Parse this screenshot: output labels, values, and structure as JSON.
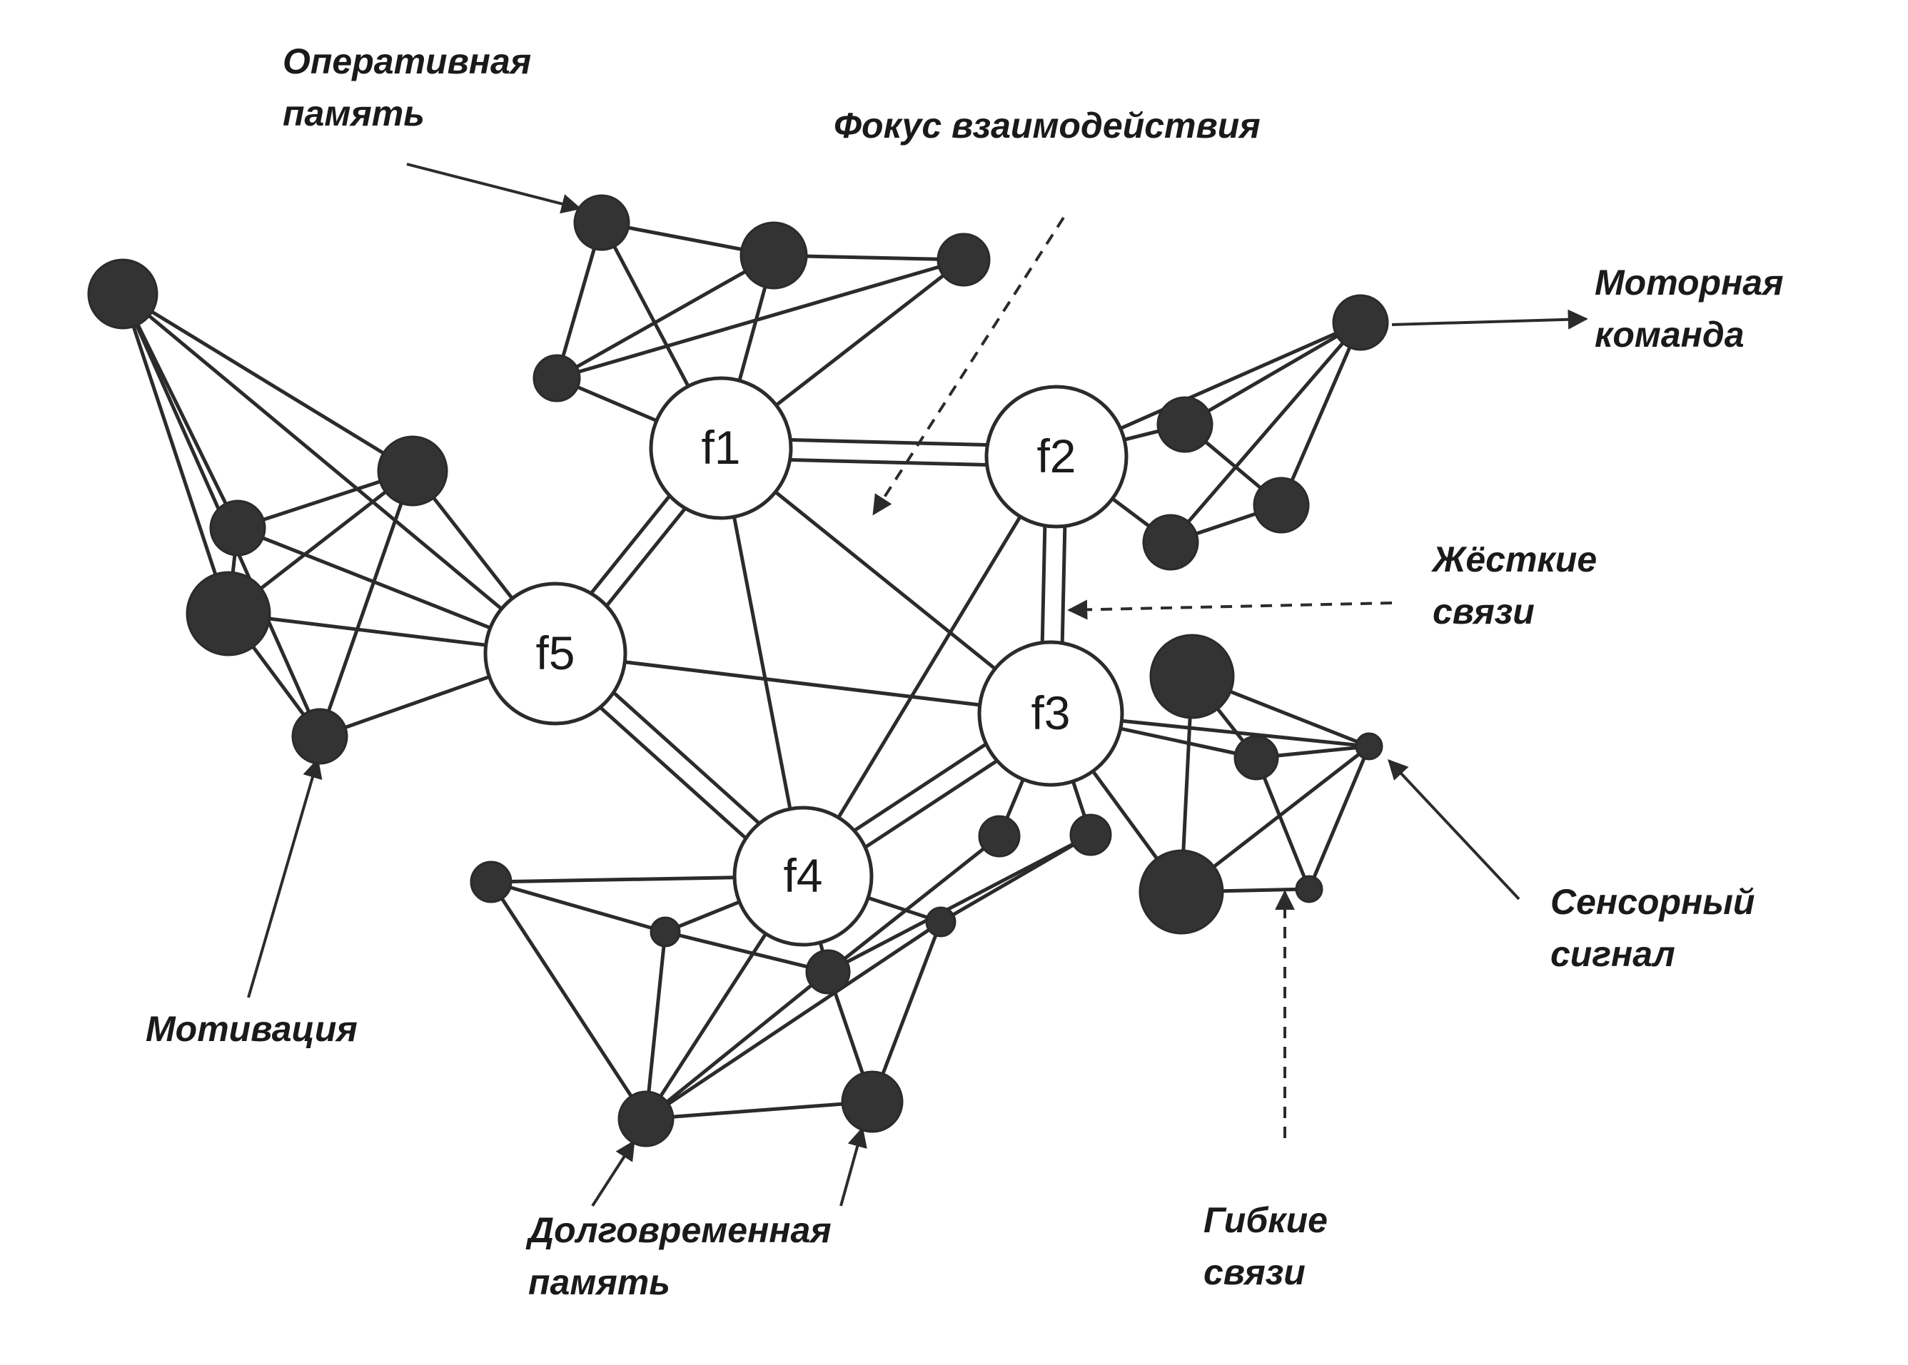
{
  "hubs": [
    "f1",
    "f2",
    "f3",
    "f4",
    "f5"
  ],
  "labels": {
    "working_memory": [
      "Оперативная",
      "память"
    ],
    "interaction_focus": [
      "Фокус взаимодействия"
    ],
    "motor_command": [
      "Моторная",
      "команда"
    ],
    "rigid_links": [
      "Жёсткие",
      "связи"
    ],
    "sensory_signal": [
      "Сенсорный",
      "сигнал"
    ],
    "flexible_links": [
      "Гибкие",
      "связи"
    ],
    "long_term_memory": [
      "Долговременная",
      "память"
    ],
    "motivation": [
      "Мотивация"
    ]
  },
  "colors": {
    "ink": "#2b2b2b",
    "node_fill": "#333333",
    "background": "#ffffff"
  }
}
